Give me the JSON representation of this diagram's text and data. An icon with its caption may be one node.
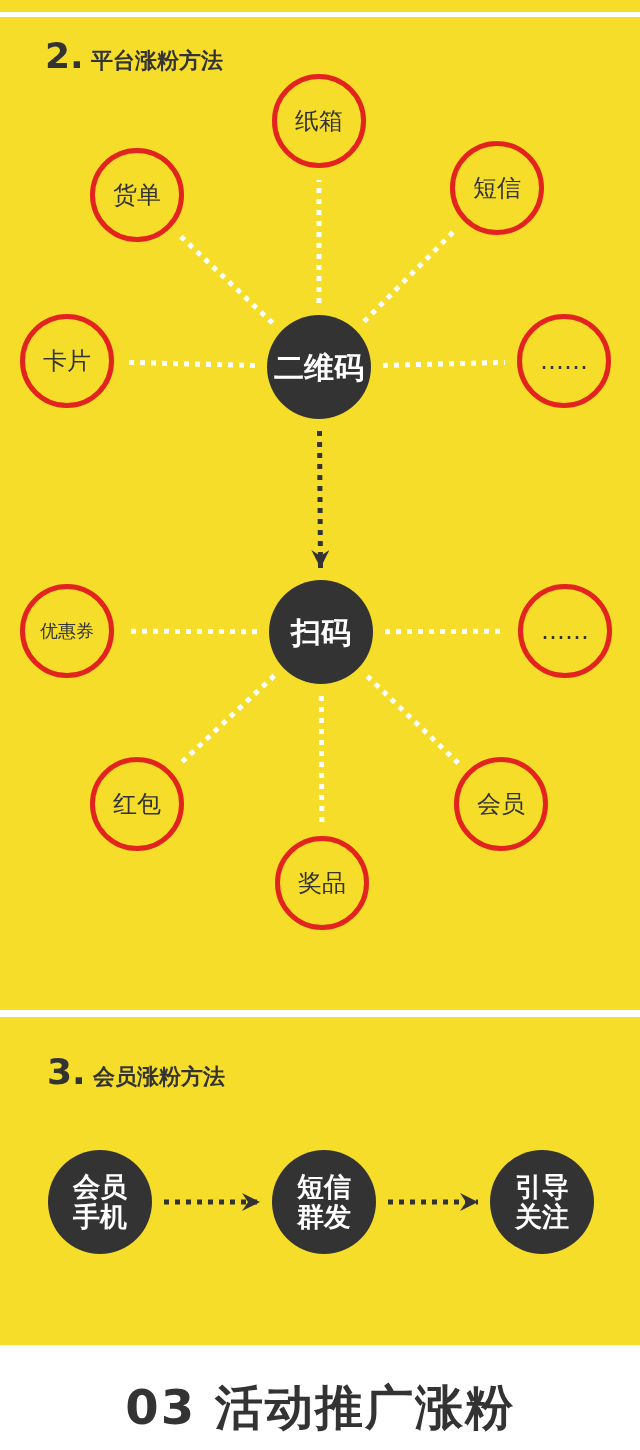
{
  "diagram": {
    "nodes": [
      {
        "text": [
          "2. 平台涨粉方法"
        ]
      },
      {
        "text": [
          "纸箱"
        ],
        "in": 0
      },
      {
        "text": [
          "货单"
        ],
        "in": 0
      },
      {
        "text": [
          "短信"
        ],
        "in": 0
      },
      {
        "text": [
          "卡片"
        ],
        "in": 0
      },
      {
        "text": [
          "二维码"
        ],
        "in": 0
      },
      {
        "text": [
          "……"
        ],
        "in": 0
      },
      {
        "text": [
          "优惠券"
        ],
        "in": 0
      },
      {
        "text": [
          "扫码"
        ],
        "in": 0
      },
      {
        "text": [
          "……"
        ],
        "in": 0
      },
      {
        "text": [
          "红包"
        ],
        "in": 0
      },
      {
        "text": [
          "会员"
        ],
        "in": 0
      },
      {
        "text": [
          "奖品"
        ],
        "in": 0
      },
      {
        "text": [
          "3. 会员涨粉方法"
        ]
      },
      {
        "text": [
          "会员手机"
        ],
        "in": 13
      },
      {
        "text": [
          "短信群发"
        ],
        "in": 13
      },
      {
        "text": [
          "引导关注"
        ],
        "in": 13
      }
    ],
    "edges": [
      {
        "from": 5,
        "to": 1,
        "arrow": "none"
      },
      {
        "from": 5,
        "to": 2,
        "arrow": "none"
      },
      {
        "from": 5,
        "to": 3,
        "arrow": "none"
      },
      {
        "from": 5,
        "to": 4,
        "arrow": "none"
      },
      {
        "from": 5,
        "to": 6,
        "arrow": "none"
      },
      {
        "from": 5,
        "to": 8,
        "arrow": "to",
        "color": "#333333"
      },
      {
        "from": 8,
        "to": 7,
        "arrow": "none"
      },
      {
        "from": 8,
        "to": 9,
        "arrow": "none"
      },
      {
        "from": 8,
        "to": 10,
        "arrow": "none"
      },
      {
        "from": 8,
        "to": 11,
        "arrow": "none"
      },
      {
        "from": 8,
        "to": 12,
        "arrow": "none"
      },
      {
        "from": 14,
        "to": 15,
        "arrow": "to",
        "color": "#333333"
      },
      {
        "from": 15,
        "to": 16,
        "arrow": "to",
        "color": "#333333"
      }
    ],
    "labels": [
      "03 活动推广涨粉"
    ]
  }
}
